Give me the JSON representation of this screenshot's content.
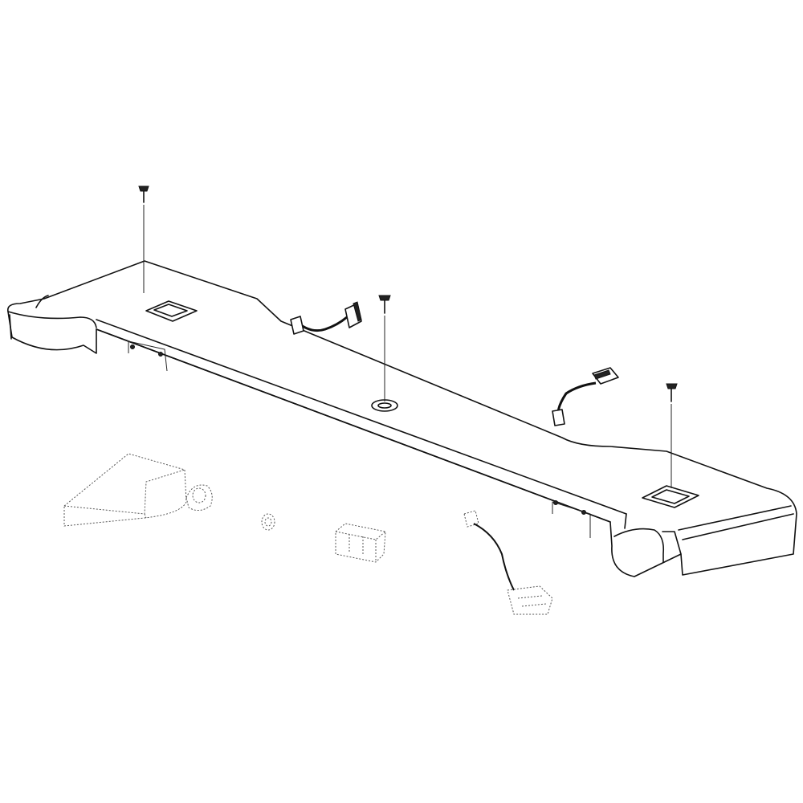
{
  "diagram": {
    "kind": "exploded-parts-view",
    "colors": {
      "line": "#111111",
      "background": "#ffffff"
    },
    "parts": [
      {
        "id": "hinge-cover-body"
      },
      {
        "id": "screw-left"
      },
      {
        "id": "screw-center"
      },
      {
        "id": "screw-right"
      },
      {
        "id": "wire-harness-upper-left"
      },
      {
        "id": "wire-harness-upper-right"
      },
      {
        "id": "bracket"
      },
      {
        "id": "clip"
      },
      {
        "id": "grommet"
      },
      {
        "id": "connector-housing"
      },
      {
        "id": "wire-harness-lower"
      }
    ]
  }
}
